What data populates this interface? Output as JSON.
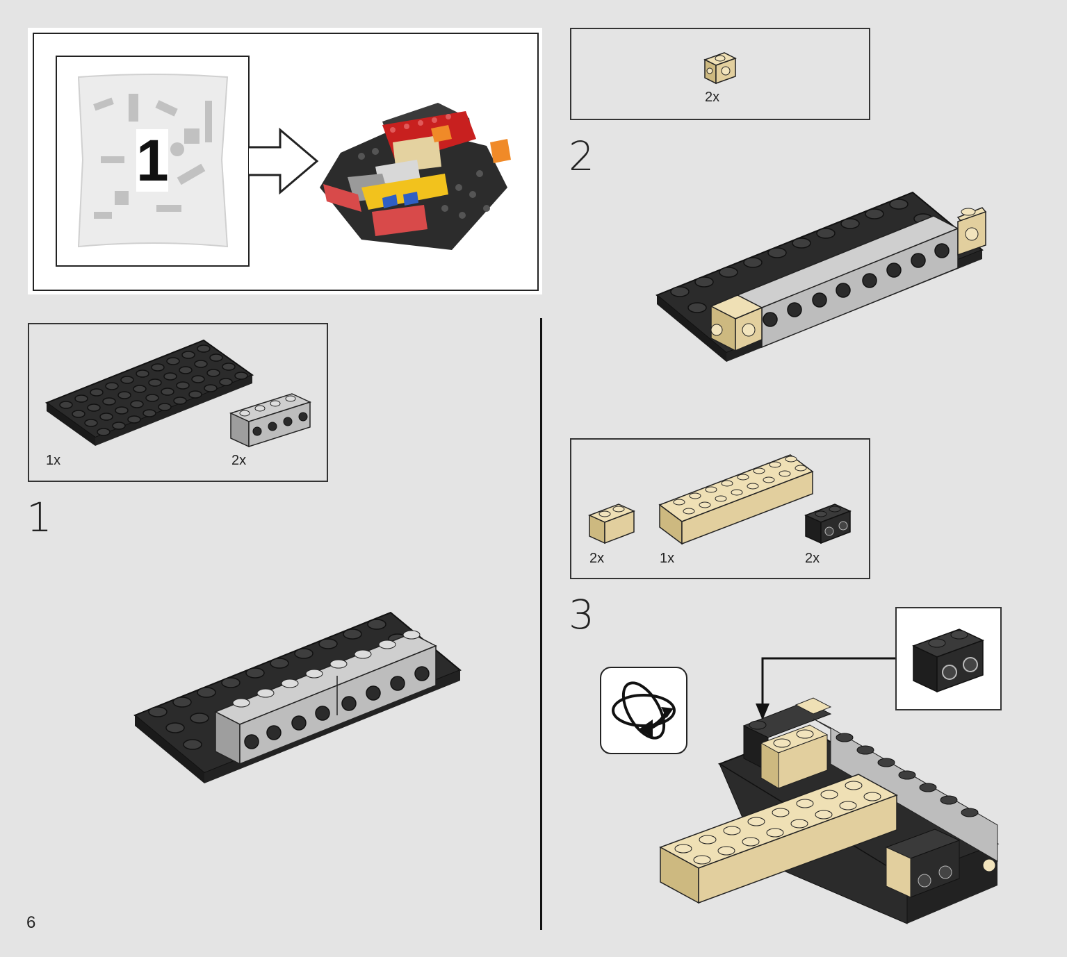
{
  "page_number": "6",
  "intro": {
    "bag_label": "1"
  },
  "steps": [
    {
      "number": "1",
      "parts": [
        {
          "qty": "1x",
          "name": "plate-4x10-black"
        },
        {
          "qty": "2x",
          "name": "brick-1x4-studs-on-side-gray"
        }
      ]
    },
    {
      "number": "2",
      "parts": [
        {
          "qty": "2x",
          "name": "brick-1x1-studs-on-sides-tan"
        }
      ]
    },
    {
      "number": "3",
      "parts": [
        {
          "qty": "2x",
          "name": "brick-1x2-tan"
        },
        {
          "qty": "1x",
          "name": "brick-2x8-tan"
        },
        {
          "qty": "2x",
          "name": "brick-1x2-studs-on-side-black"
        }
      ]
    }
  ],
  "colors": {
    "black_part": "#2b2b2b",
    "gray_part": "#b9b9b9",
    "tan_part": "#e2cf9e",
    "red_part": "#c81e1e",
    "orange_part": "#f08a28"
  }
}
